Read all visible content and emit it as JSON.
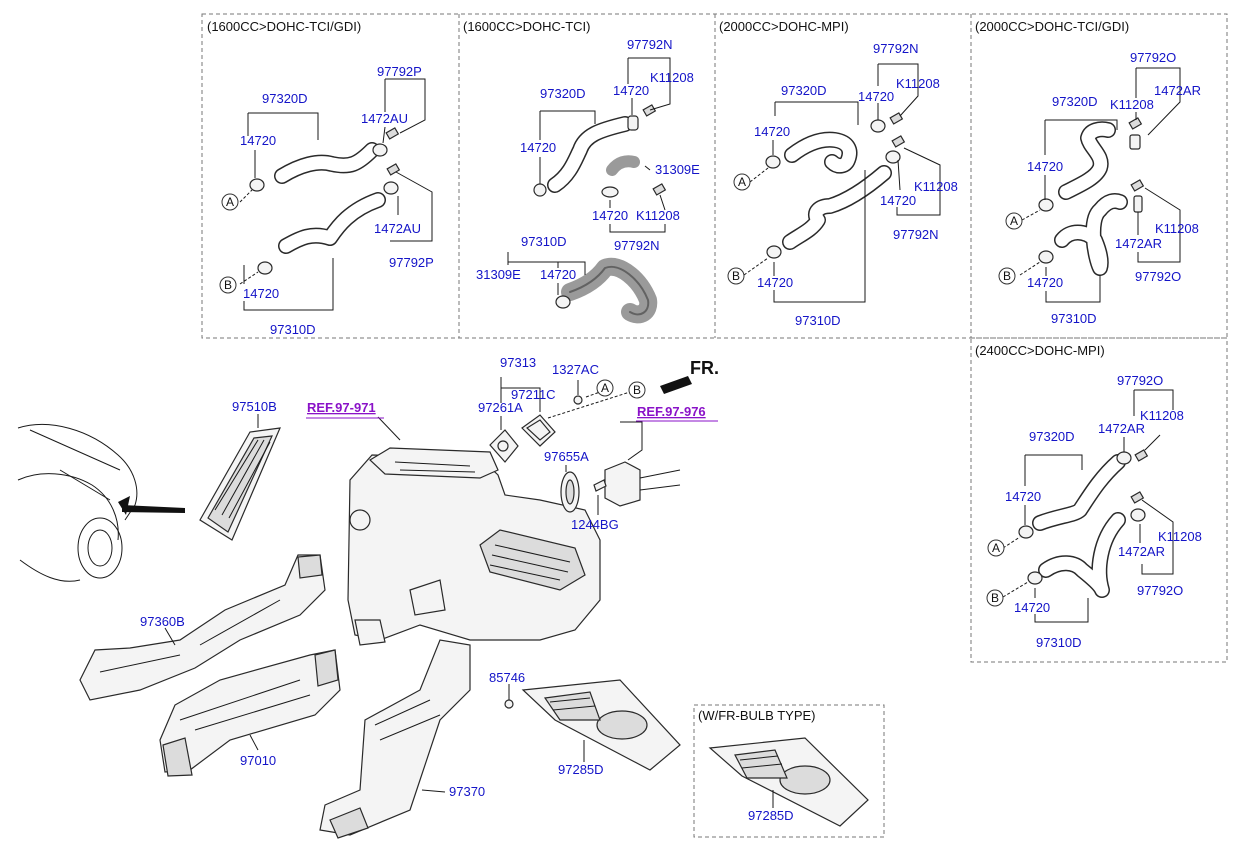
{
  "sections": {
    "s1": "(1600CC>DOHC-TCI/GDI)",
    "s2": "(1600CC>DOHC-TCI)",
    "s3": "(2000CC>DOHC-MPI)",
    "s4": "(2000CC>DOHC-TCI/GDI)",
    "s5": "(2400CC>DOHC-MPI)",
    "s6": "(W/FR-BULB TYPE)"
  },
  "labels": {
    "p97320D": "97320D",
    "p97310D": "97310D",
    "p14720": "14720",
    "p97792P": "97792P",
    "p1472AU": "1472AU",
    "p97792N": "97792N",
    "pK11208": "K11208",
    "p31309E": "31309E",
    "p97792O": "97792O",
    "p1472AR": "1472AR",
    "p97313": "97313",
    "p1327AC": "1327AC",
    "p97211C": "97211C",
    "p97261A": "97261A",
    "p97655A": "97655A",
    "p1244BG": "1244BG",
    "p97510B": "97510B",
    "p97360B": "97360B",
    "p97010": "97010",
    "p97370": "97370",
    "p85746": "85746",
    "p97285D": "97285D",
    "ref971": "REF.97-971",
    "ref976": "REF.97-976",
    "fr": "FR.",
    "markA": "A",
    "markB": "B"
  },
  "colors": {
    "part_number": "#1414c8",
    "reference": "#8a12c8",
    "line": "#1a1a1a"
  }
}
